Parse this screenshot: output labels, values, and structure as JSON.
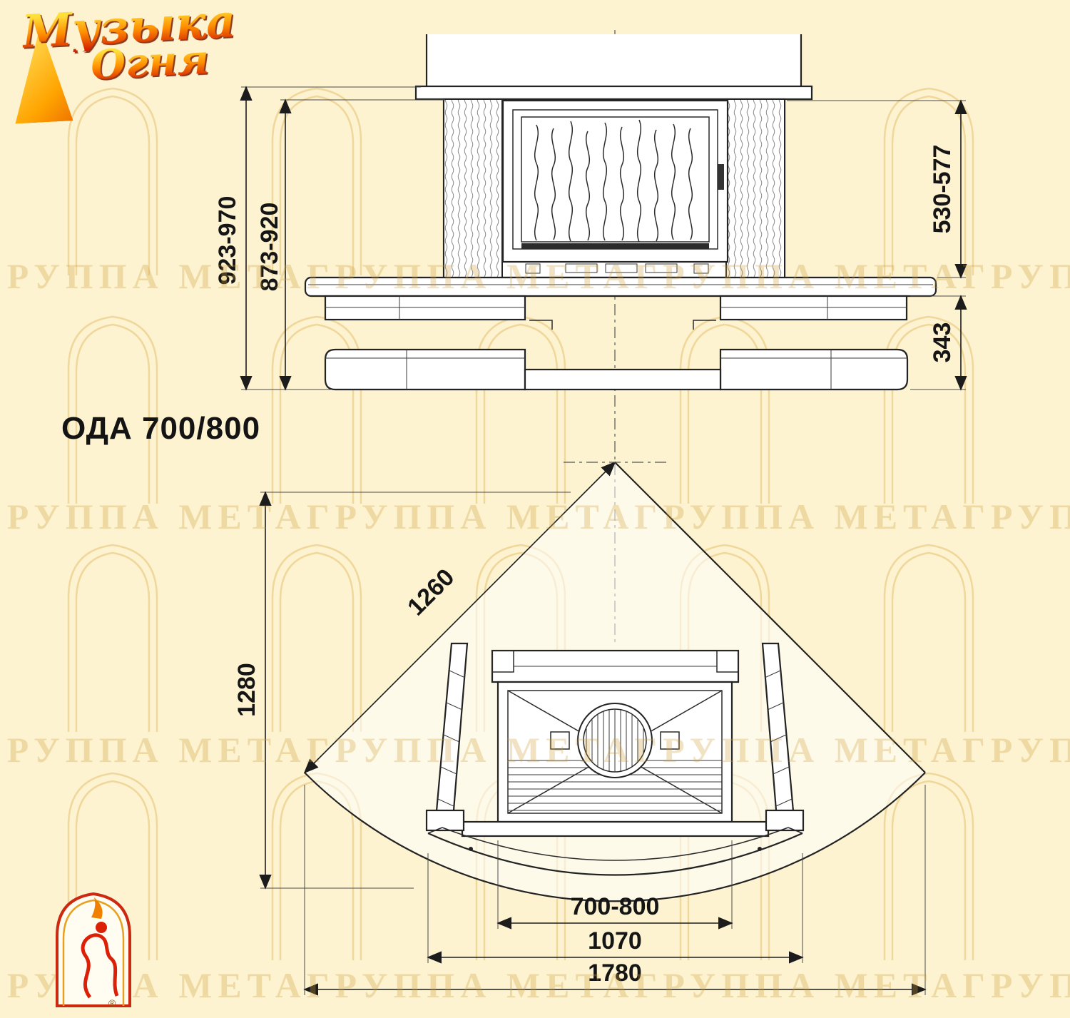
{
  "title": "ОДА 700/800",
  "logo": {
    "line1": "Музыка",
    "line2": "Огня",
    "reg": "®"
  },
  "colors": {
    "background": "#fdf3d1",
    "line": "#232323",
    "logo_orange": "#ff9000",
    "watermark": "#d0a038"
  },
  "front": {
    "dim_total_height": "923-970",
    "dim_inner_height": "873-920",
    "dim_firebox_height": "530-577",
    "dim_base_height": "343"
  },
  "plan": {
    "dim_radius": "1260",
    "dim_depth": "1280",
    "dim_insert_width": "700-800",
    "dim_hearth_width": "1070",
    "dim_total_width": "1780"
  },
  "watermark": {
    "row": "ГРУППА МЕТАГРУППА МЕТАГРУППА МЕТАГРУППА МЕТА"
  }
}
